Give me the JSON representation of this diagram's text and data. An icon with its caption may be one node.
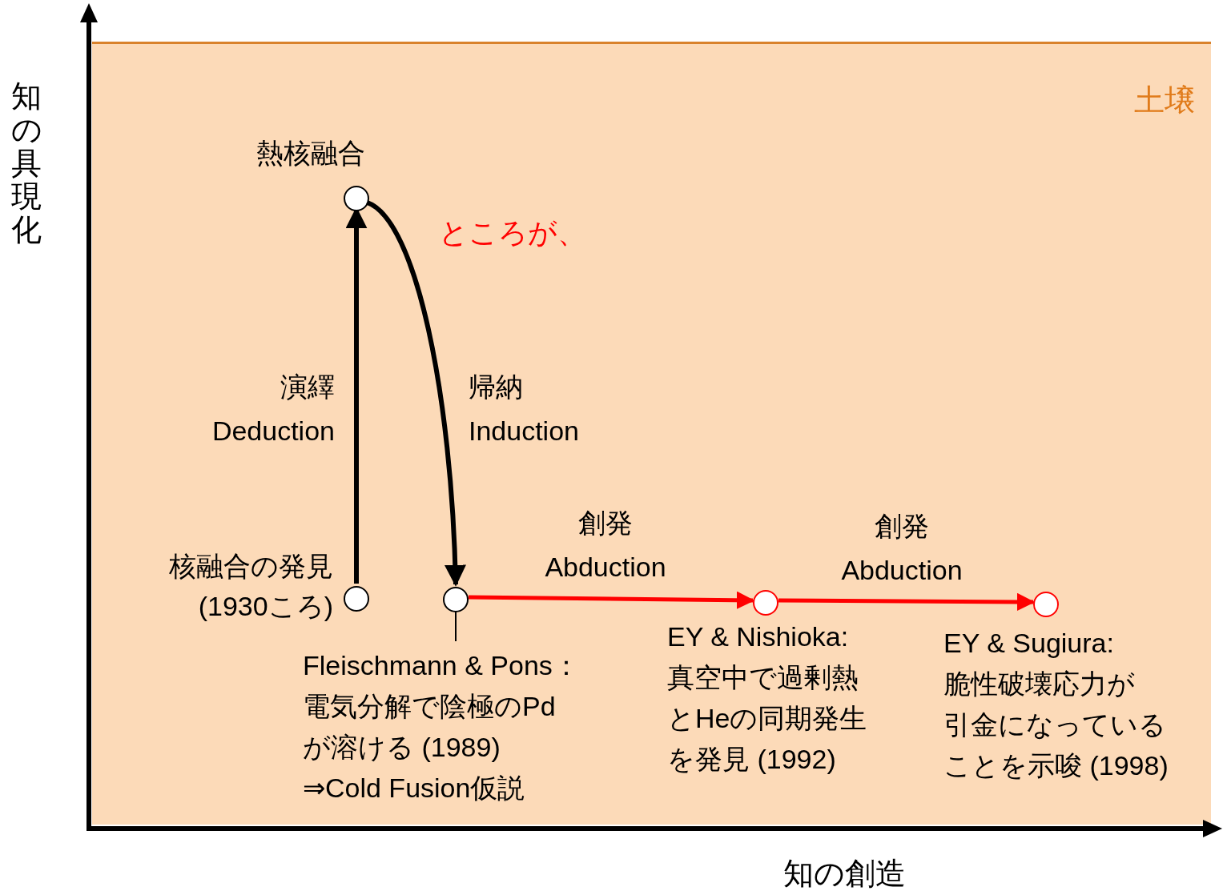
{
  "diagram": {
    "nodes": [
      {
        "text": [
          "土壌"
        ]
      },
      {
        "text": [],
        "shape": "circle",
        "in": 0,
        "beside": [
          "熱核融合"
        ]
      },
      {
        "text": [],
        "shape": "circle",
        "in": 0,
        "beside": [
          "核融合の発見",
          "(1930ころ)"
        ]
      },
      {
        "text": [],
        "shape": "circle",
        "in": 0
      },
      {
        "text": [
          "Fleischmann & Pons：",
          "電気分解で陰極のPd",
          "が溶ける  (1989)",
          "⇒Cold Fusion仮説"
        ],
        "in": 0
      },
      {
        "text": [],
        "shape": "circle",
        "in": 0,
        "beside": [
          "EY & Nishioka:",
          "真空中で過剰熱",
          "とHeの同期発生",
          "を発見  (1992)"
        ]
      },
      {
        "text": [],
        "shape": "circle",
        "in": 0,
        "beside": [
          "EY & Sugiura:",
          "脆性破壊応力が",
          "引金になっている",
          "ことを示唆 (1998)"
        ]
      }
    ],
    "edges": [
      {
        "from": 2,
        "to": 1,
        "arrow": "to",
        "label": "演繹 Deduction"
      },
      {
        "from": 1,
        "to": 3,
        "arrow": "to",
        "label": "帰納 Induction"
      },
      {
        "from": 3,
        "to": 5,
        "arrow": "to",
        "label": "創発 Abduction",
        "color": "#ff0000"
      },
      {
        "from": 5,
        "to": 6,
        "arrow": "to",
        "label": "創発 Abduction",
        "color": "#ff0000"
      },
      {
        "from": 4,
        "to": 3,
        "arrow": "none"
      }
    ],
    "labels": [
      "ところが、",
      "知の具現化",
      "知の創造"
    ]
  }
}
